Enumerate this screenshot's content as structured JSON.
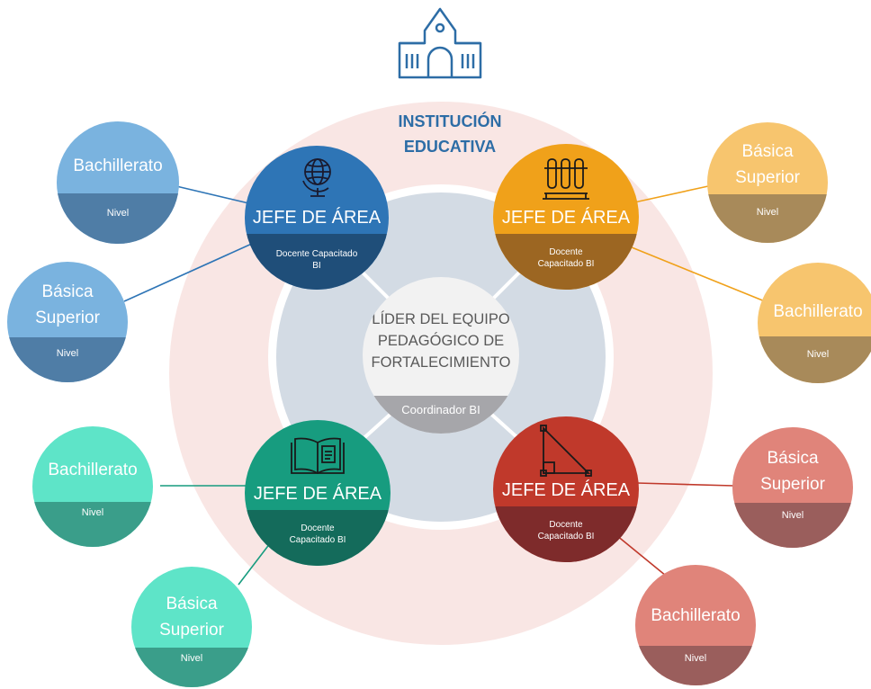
{
  "institution": {
    "title_line1": "INSTITUCIÓN",
    "title_line2": "EDUCATIVA",
    "icon": "school-building-icon"
  },
  "center": {
    "title_lines": [
      "LÍDER DEL EQUIPO",
      "PEDAGÓGICO DE",
      "FORTALECIMIENTO"
    ],
    "subtitle": "Coordinador BI"
  },
  "heads": [
    {
      "id": "blue",
      "title": "JEFE DE ÁREA",
      "subtitle_lines": [
        "Docente Capacitado",
        "BI"
      ],
      "icon": "globe-icon",
      "color_top": "#2e75b6",
      "color_bottom": "#1f4e79"
    },
    {
      "id": "orange",
      "title": "JEFE DE ÁREA",
      "subtitle_lines": [
        "Docente",
        "Capacitado BI"
      ],
      "icon": "test-tubes-icon",
      "color_top": "#f0a11a",
      "color_bottom": "#9c6622"
    },
    {
      "id": "green",
      "title": "JEFE DE ÁREA",
      "subtitle_lines": [
        "Docente",
        "Capacitado BI"
      ],
      "icon": "book-icon",
      "color_top": "#179c7f",
      "color_bottom": "#146b5b"
    },
    {
      "id": "red",
      "title": "JEFE DE ÁREA",
      "subtitle_lines": [
        "Docente",
        "Capacitado BI"
      ],
      "icon": "set-square-icon",
      "color_top": "#c0392b",
      "color_bottom": "#7e2b2b"
    }
  ],
  "levels": {
    "blue": [
      {
        "name_lines": [
          "Bachillerato"
        ],
        "tag": "Nivel"
      },
      {
        "name_lines": [
          "Básica",
          "Superior"
        ],
        "tag": "Nivel"
      }
    ],
    "orange": [
      {
        "name_lines": [
          "Básica",
          "Superior"
        ],
        "tag": "Nivel"
      },
      {
        "name_lines": [
          "Bachillerato"
        ],
        "tag": "Nivel"
      }
    ],
    "green": [
      {
        "name_lines": [
          "Bachillerato"
        ],
        "tag": "Nivel"
      },
      {
        "name_lines": [
          "Básica",
          "Superior"
        ],
        "tag": "Nivel"
      }
    ],
    "red": [
      {
        "name_lines": [
          "Básica",
          "Superior"
        ],
        "tag": "Nivel"
      },
      {
        "name_lines": [
          "Bachillerato"
        ],
        "tag": "Nivel"
      }
    ]
  },
  "colors": {
    "outer_ring": "#f9e6e4",
    "inner_ring": "#d3dbe4",
    "center_fill": "#f2f2f2",
    "center_band": "#a6a6aa",
    "institution_title": "#2d6da6",
    "blue_light": "#7ab3df",
    "blue_dark": "#4f7da6",
    "orange_light": "#f7c56e",
    "orange_dark": "#a88a5a",
    "green_light": "#5ee4c8",
    "green_dark": "#3a9e8a",
    "red_light": "#e0847a",
    "red_dark": "#9a5e5c"
  }
}
